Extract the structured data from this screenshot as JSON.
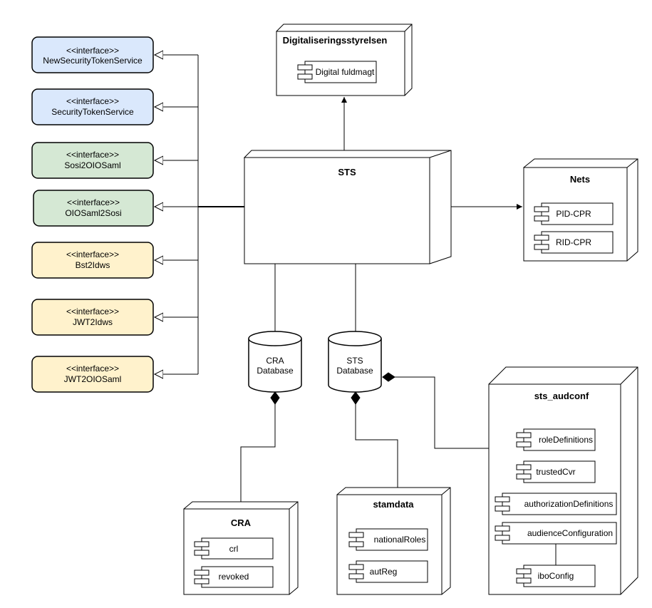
{
  "colors": {
    "interface_blue_fill": "#dae8fc",
    "interface_green_fill": "#d5e8d4",
    "interface_yellow_fill": "#fff2cc",
    "stroke": "#000000",
    "connector": "#333333"
  },
  "interfaces": [
    {
      "stereotype": "<<interface>>",
      "name": "NewSecurityTokenService",
      "color": "#dae8fc"
    },
    {
      "stereotype": "<<interface>>",
      "name": "SecurityTokenService",
      "color": "#dae8fc"
    },
    {
      "stereotype": "<<interface>>",
      "name": "Sosi2OIOSaml",
      "color": "#d5e8d4"
    },
    {
      "stereotype": "<<interface>>",
      "name": "OIOSaml2Sosi",
      "color": "#d5e8d4"
    },
    {
      "stereotype": "<<interface>>",
      "name": "Bst2Idws",
      "color": "#fff2cc"
    },
    {
      "stereotype": "<<interface>>",
      "name": "JWT2Idws",
      "color": "#fff2cc"
    },
    {
      "stereotype": "<<interface>>",
      "name": "JWT2OIOSaml",
      "color": "#fff2cc"
    }
  ],
  "nodes": {
    "digitaliseringsstyrelsen": {
      "title": "Digitaliseringsstyrelsen",
      "components": [
        "Digital fuldmagt"
      ]
    },
    "sts": {
      "title": "STS"
    },
    "nets": {
      "title": "Nets",
      "components": [
        "PID-CPR",
        "RID-CPR"
      ]
    },
    "cra": {
      "title": "CRA",
      "components": [
        "crl",
        "revoked"
      ]
    },
    "stamdata": {
      "title": "stamdata",
      "components": [
        "nationalRoles",
        "autReg"
      ]
    },
    "sts_audconf": {
      "title": "sts_audconf",
      "components": [
        "roleDefinitions",
        "trustedCvr",
        "authorizationDefinitions",
        "audienceConfiguration",
        "iboConfig"
      ]
    }
  },
  "databases": {
    "cra_db": {
      "line1": "CRA",
      "line2": "Database"
    },
    "sts_db": {
      "line1": "STS",
      "line2": "Database"
    }
  }
}
